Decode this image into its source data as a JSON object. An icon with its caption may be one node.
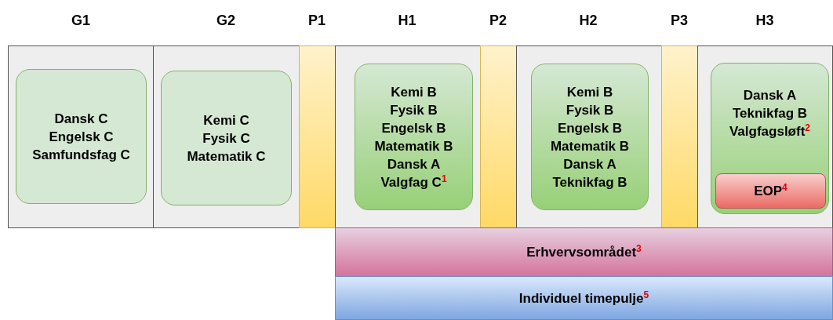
{
  "diagram": {
    "nodes": [
      {
        "text": [],
        "shape": "box"
      },
      {
        "text": [
          "Dansk C",
          "Engelsk C",
          "Samfundsfag C"
        ],
        "in": 0
      },
      {
        "text": [],
        "shape": "box"
      },
      {
        "text": [
          "Kemi C",
          "Fysik C",
          "Matematik C"
        ],
        "in": 2
      },
      {
        "text": [],
        "shape": "bar"
      },
      {
        "text": [],
        "shape": "box"
      },
      {
        "text": [
          "Kemi B",
          "Fysik B",
          "Engelsk B",
          "Matematik B",
          "Dansk A",
          "Valgfag C$^{1}$"
        ],
        "in": 5
      },
      {
        "text": [],
        "shape": "bar"
      },
      {
        "text": [],
        "shape": "box"
      },
      {
        "text": [
          "Kemi B",
          "Fysik B",
          "Engelsk B",
          "Matematik B",
          "Dansk A",
          "Teknikfag B"
        ],
        "in": 8
      },
      {
        "text": [],
        "shape": "bar"
      },
      {
        "text": [],
        "shape": "box"
      },
      {
        "text": [
          "Dansk A",
          "Teknikfag B",
          "Valgfagsløft$^{2}$"
        ],
        "in": 11
      },
      {
        "text": [
          "EOP$^{4}$"
        ],
        "in": 12
      },
      {
        "text": [
          "Erhvervsområdet$^{3}$"
        ]
      },
      {
        "text": [
          "Individuel timepulje$^{5}$"
        ]
      }
    ],
    "labels": [
      "G1",
      "G2",
      "P1",
      "H1",
      "P2",
      "H2",
      "P3",
      "H3"
    ]
  }
}
